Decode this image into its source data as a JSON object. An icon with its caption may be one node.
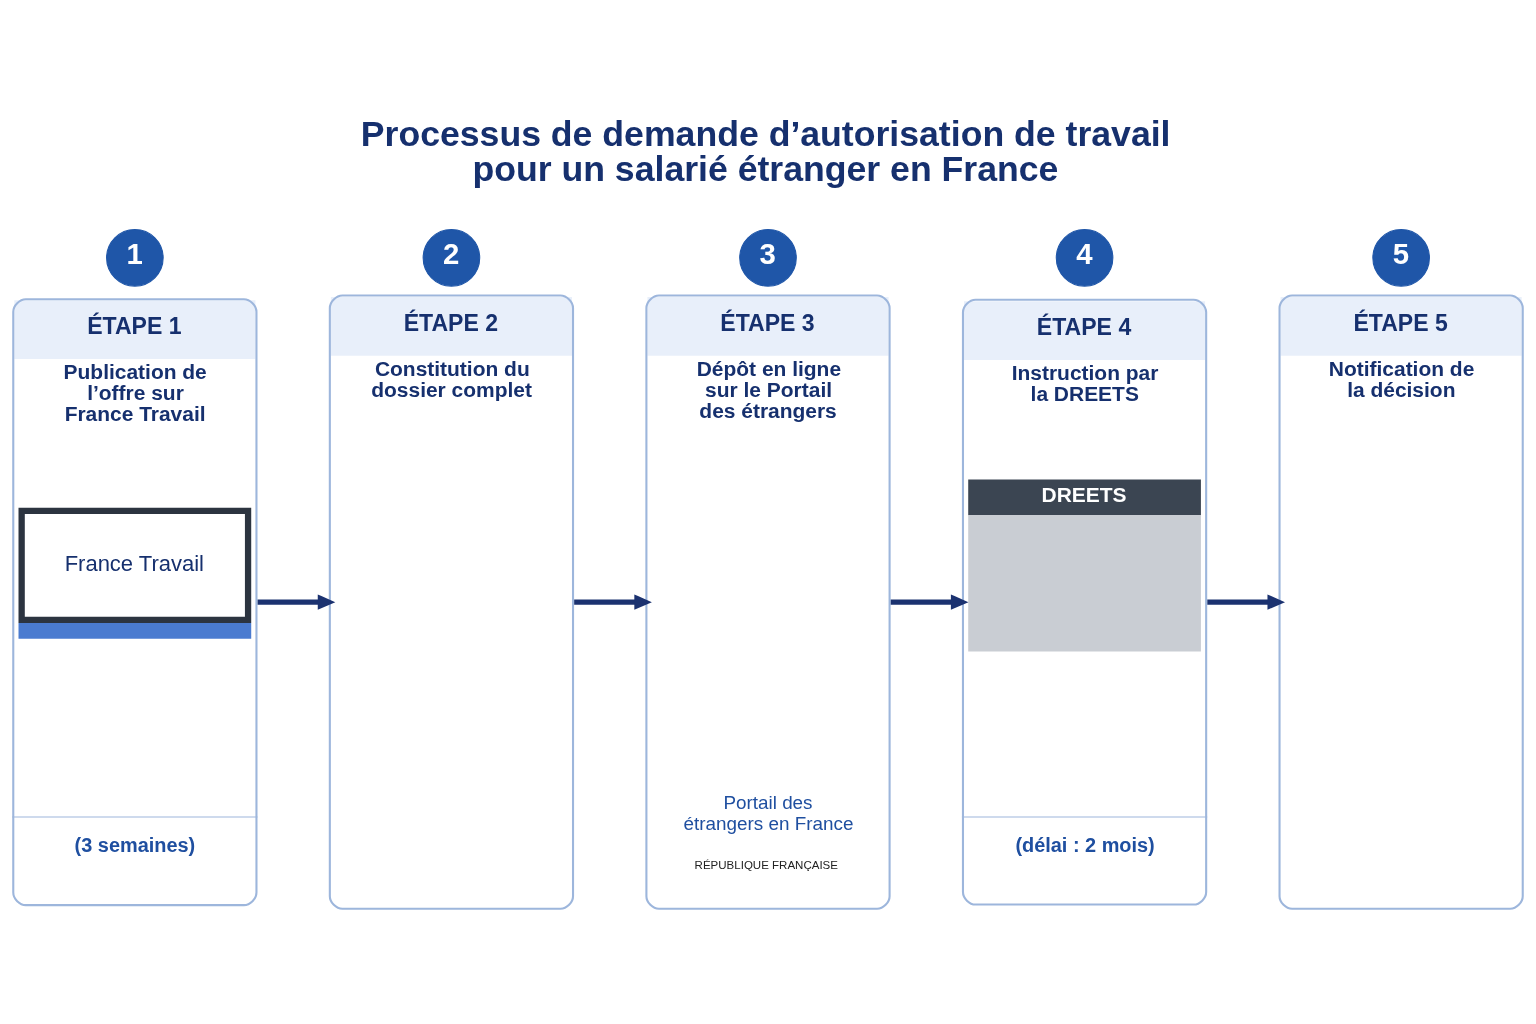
{
  "diagram": {
    "title": "Processus de demande d’autorisation de travail pour un salarié étranger en France",
    "nodes": [
      {
        "text": [
          "1"
        ]
      },
      {
        "text": [
          "ÉTAPE 1",
          "Publication de l’offre sur France Travail",
          "France Travail",
          "(3 semaines)"
        ]
      },
      {
        "text": [
          "2"
        ]
      },
      {
        "text": [
          "ÉTAPE 2",
          "Constitution du dossier complet"
        ]
      },
      {
        "text": [
          "3"
        ]
      },
      {
        "text": [
          "ÉTAPE 3",
          "Dépôt en ligne sur le Portail des étrangers",
          "Portail des étrangers en France",
          "RÉPUBLIQUE FRANÇAISE"
        ]
      },
      {
        "text": [
          "4"
        ]
      },
      {
        "text": [
          "ÉTAPE 4",
          "Instruction par la DREETS",
          "DREETS",
          "(délai : 2 mois)"
        ]
      },
      {
        "text": [
          "5"
        ]
      },
      {
        "text": [
          "ÉTAPE 5",
          "Notification de la décision"
        ]
      }
    ],
    "edges": [
      {
        "from": 1,
        "to": 3,
        "arrow": "to"
      },
      {
        "from": 3,
        "to": 5,
        "arrow": "to"
      },
      {
        "from": 5,
        "to": 7,
        "arrow": "to"
      },
      {
        "from": 7,
        "to": 9,
        "arrow": "to"
      }
    ]
  }
}
